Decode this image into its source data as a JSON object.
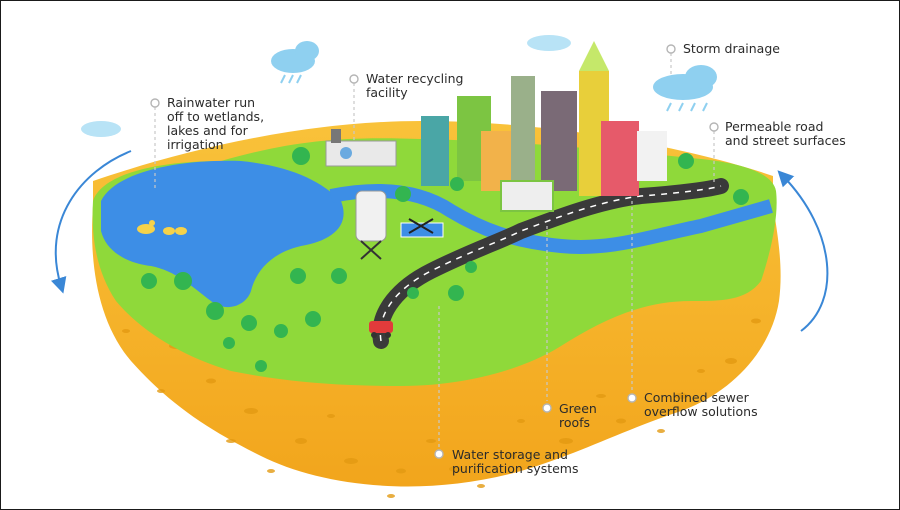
{
  "labels": {
    "rainwater": "Rainwater run\noff to wetlands,\nlakes and for\nirrigation",
    "recycling": "Water recycling\nfacility",
    "storm": "Storm drainage",
    "permeable": "Permeable road\nand street surfaces",
    "green_roofs": "Green\nroofs",
    "sewer": "Combined sewer\noverflow solutions",
    "storage": "Water storage and\npurification systems"
  },
  "colors": {
    "sponge": "#f7b928",
    "sponge_dark": "#e39a12",
    "grass": "#8fd93a",
    "lake": "#3d8ee6",
    "road": "#3a3a3a",
    "arrow": "#3a87d6",
    "cloud": "#8fd0f0",
    "callout_line": "#c8c8c8"
  }
}
